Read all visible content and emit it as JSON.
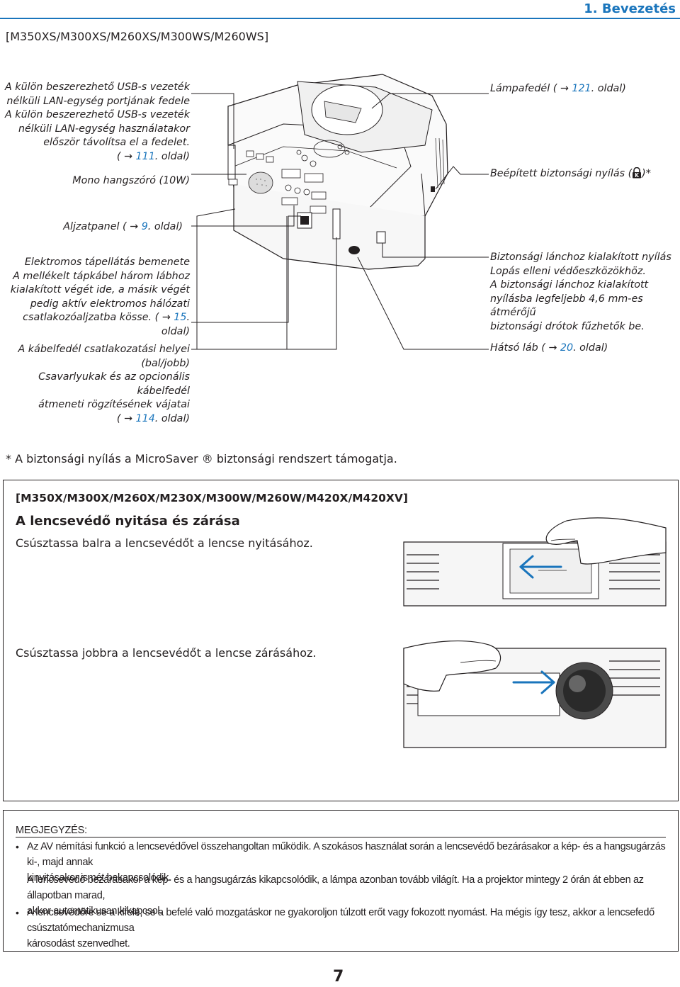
{
  "header": {
    "chapter": "1. Bevezetés"
  },
  "section1": {
    "models": "[M350XS/M300XS/M260XS/M300WS/M260WS]",
    "callouts_left": [
      {
        "lines": [
          "A külön beszerezhető USB-s vezeték",
          "nélküli LAN-egység portjának fedele",
          "A külön beszerezhető USB-s vezeték",
          "nélküli LAN-egység használatakor",
          "először távolítsa el a fedelet."
        ],
        "ref_arrow": "( → ",
        "ref_page": "111",
        "ref_tail": ". oldal)"
      },
      {
        "text": "Mono hangszóró (10W)"
      },
      {
        "ref_prefix": "Aljzatpanel ( → ",
        "ref_page": "9",
        "ref_tail": ". oldal)"
      },
      {
        "lines": [
          "Elektromos tápellátás bemenete",
          "A mellékelt tápkábel három lábhoz",
          "kialakított végét ide, a másik végét",
          "pedig aktív elektromos hálózati"
        ],
        "last_prefix": "csatlakozóaljzatba kösse. ( → ",
        "ref_page": "15",
        "ref_tail": ". oldal)"
      },
      {
        "lines": [
          "A kábelfedél csatlakozatási helyei",
          "(bal/jobb)",
          "Csavarlyukak és az opcionális kábelfedél",
          "átmeneti rögzítésének vájatai"
        ],
        "ref_arrow": "( → ",
        "ref_page": "114",
        "ref_tail": ". oldal)"
      }
    ],
    "callouts_right": [
      {
        "ref_prefix": "Lámpafedél ( → ",
        "ref_page": "121",
        "ref_tail": ". oldal)"
      },
      {
        "text": "Beépített biztonsági nyílás (",
        "tail": ")*",
        "icon": "kensington-lock-icon"
      },
      {
        "lines": [
          "Biztonsági lánchoz kialakított nyílás",
          "Lopás elleni védőeszközökhöz.",
          "A biztonsági lánchoz kialakított",
          "nyílásba legfeljebb 4,6 mm-es átmérőjű",
          "biztonsági drótok fűzhetők be."
        ]
      },
      {
        "ref_prefix": "Hátsó láb ( → ",
        "ref_page": "20",
        "ref_tail": ". oldal)"
      }
    ],
    "footnote": "* A biztonsági nyílás a MicroSaver ® biztonsági rendszert támogatja."
  },
  "section2": {
    "models": "[M350X/M300X/M260X/M230X/M300W/M260W/M420X/M420XV]",
    "title": "A lencsevédő nyitása és zárása",
    "open_instruction": "Csúsztassa balra a lencsevédőt a lencse nyitásához.",
    "close_instruction": "Csúsztassa jobbra a lencsevédőt a lencse zárásához."
  },
  "notes": {
    "title": "MEGJEGYZÉS:",
    "items": [
      {
        "bullet": "•",
        "lines": [
          "Az AV némítási funkció a lencsevédővel összehangoltan működik. A szokásos használat során a lencsevédő bezárásakor a kép- és a hangsugárzás ki-, majd annak",
          "kinyitásakor ismét bekapcsolódik."
        ]
      },
      {
        "bullet": "",
        "lines": [
          "A lencsevédő bezárásakor a kép- és a hangsugárzás kikapcsolódik, a lámpa azonban tovább világít. Ha a projektor mintegy 2 órán át ebben az állapotban marad,",
          "akkor automatikusan kikapcsol."
        ]
      },
      {
        "bullet": "•",
        "lines": [
          "A lencsevédőre se a kifelé, se a befelé való mozgatáskor ne gyakoroljon túlzott erőt vagy fokozott nyomást. Ha mégis így tesz, akkor a lencsefedő csúsztatómechanizmusa",
          "károsodást szenvedhet."
        ]
      }
    ]
  },
  "footer": {
    "page_number": "7"
  },
  "colors": {
    "accent": "#1a75bc",
    "text": "#231f20"
  }
}
